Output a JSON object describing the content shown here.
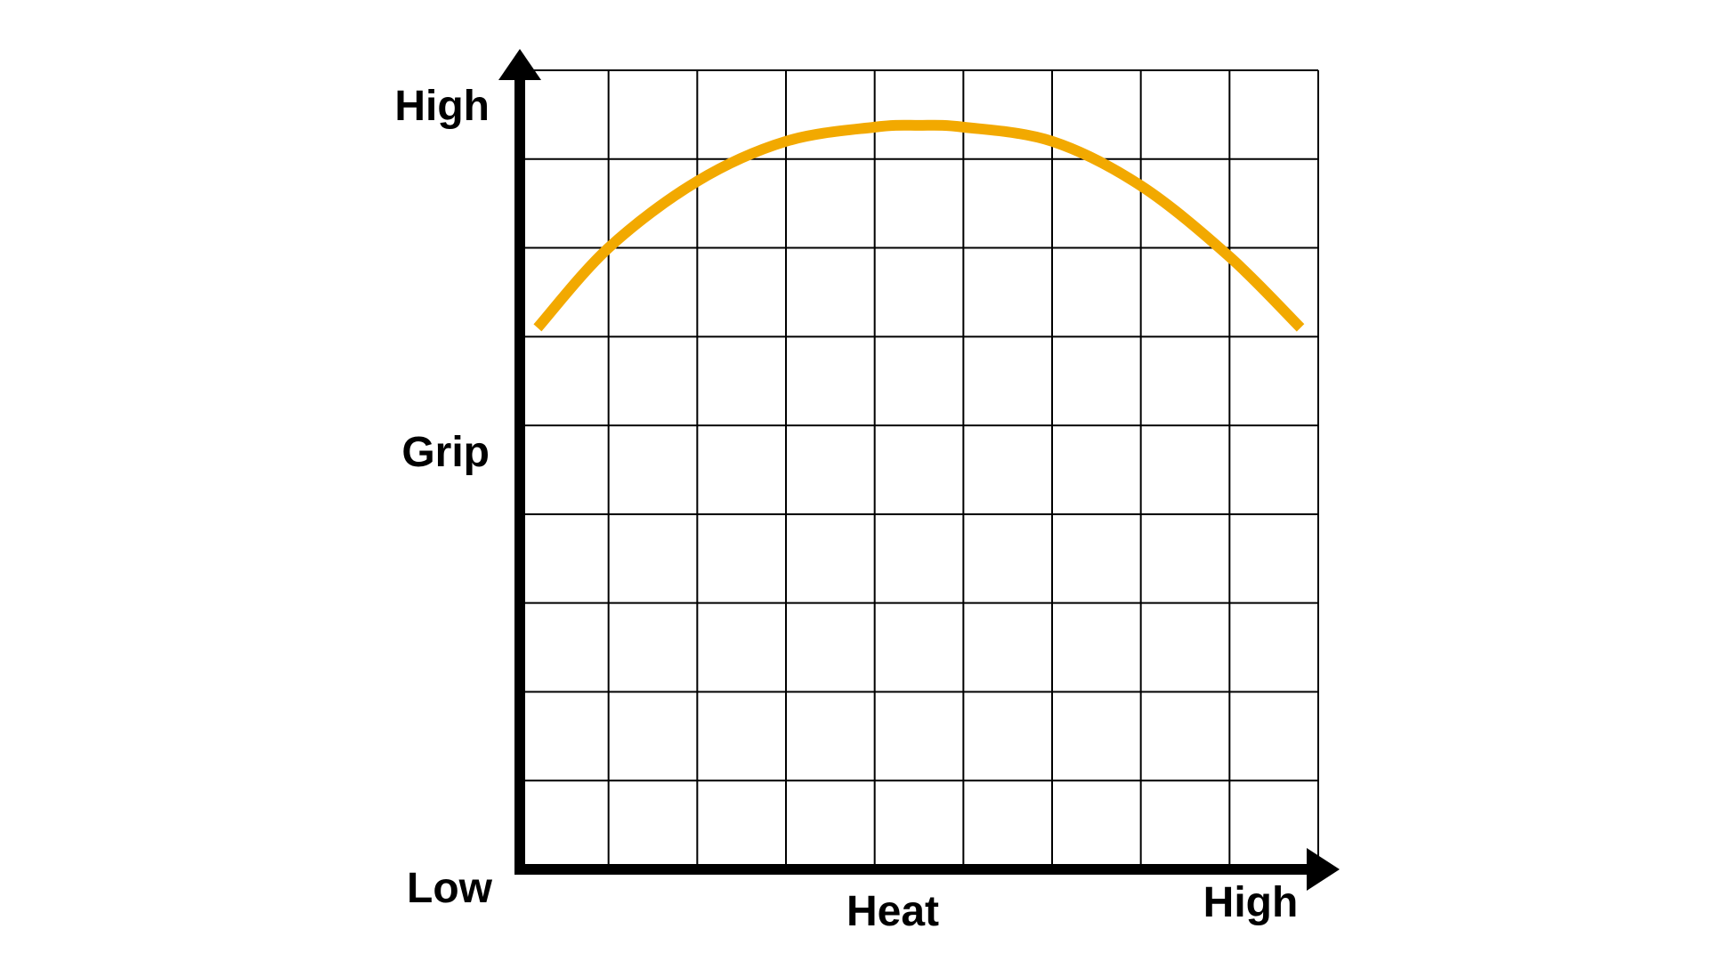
{
  "chart_data": {
    "type": "line",
    "title": "",
    "xlabel": "Heat",
    "ylabel": "Grip",
    "x_tick_labels": {
      "low": "Low",
      "high": "High"
    },
    "y_tick_labels": {
      "low": "Low",
      "high": "High"
    },
    "xlim": [
      0,
      9
    ],
    "ylim": [
      0,
      9
    ],
    "grid": true,
    "axis_color": "#000000",
    "grid_color": "#000000",
    "series": [
      {
        "color": "#F2A900",
        "x": [
          0.2,
          1.0,
          2.0,
          3.0,
          4.0,
          4.5,
          5.0,
          6.0,
          7.0,
          8.0,
          8.8
        ],
        "y": [
          6.1,
          7.0,
          7.75,
          8.2,
          8.36,
          8.38,
          8.36,
          8.2,
          7.7,
          6.9,
          6.1
        ]
      }
    ]
  }
}
